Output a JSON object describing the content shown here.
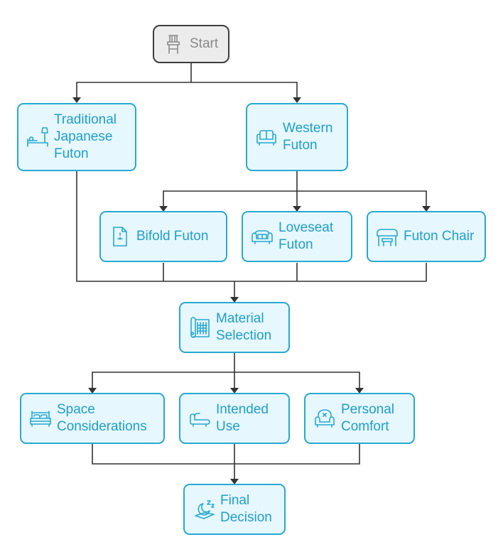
{
  "nodes": {
    "start": "Start",
    "traditional": "Traditional\nJapanese\nFuton",
    "western": "Western\nFuton",
    "bifold": "Bifold Futon",
    "loveseat": "Loveseat\nFuton",
    "chair": "Futon Chair",
    "material": "Material\nSelection",
    "space": "Space\nConsiderations",
    "intended": "Intended\nUse",
    "comfort": "Personal\nComfort",
    "final": "Final\nDecision"
  },
  "icons": {
    "start": "chair-icon",
    "traditional": "bed-lamp-icon",
    "western": "sofa-icon",
    "bifold": "folded-document-icon",
    "loveseat": "loveseat-icon",
    "chair": "desk-chair-icon",
    "material": "fabric-roll-icon",
    "space": "double-bed-icon",
    "intended": "chaise-lounge-icon",
    "comfort": "armchair-icon",
    "final": "sleep-icon"
  },
  "colors": {
    "node_border": "#27a9d2",
    "node_fill": "#e6f7fd",
    "node_text": "#1f9fcc",
    "start_border": "#3d3d3d",
    "start_fill": "#ececec",
    "start_text": "#8a8a8a",
    "edge": "#333333"
  }
}
